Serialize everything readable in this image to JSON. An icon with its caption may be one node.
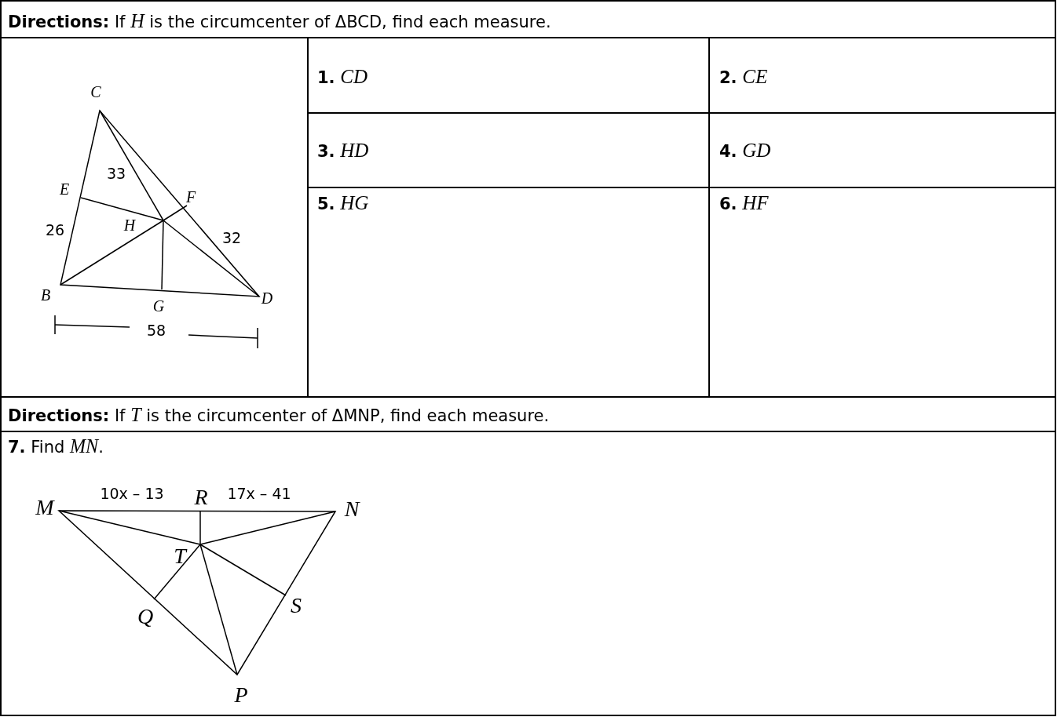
{
  "diagram": {
    "labels": [
      "**Directions:** If *H* is the circumcenter of ΔBCD, find each measure.",
      "C",
      "33",
      "E",
      "F",
      "26",
      "H",
      "32",
      "B",
      "G",
      "D",
      "58",
      "**1.** *CD*",
      "**2.** *CE*",
      "**3.** *HD*",
      "**4.** *GD*",
      "**5.** *HG*",
      "**6.** *HF*",
      "**Directions:** If *T* is the circumcenter of ΔMNP, find each measure.",
      "**7.** Find *MN*.",
      "10x – 13",
      "R",
      "17x – 41",
      "M",
      "N",
      "T",
      "Q",
      "S",
      "P"
    ]
  }
}
